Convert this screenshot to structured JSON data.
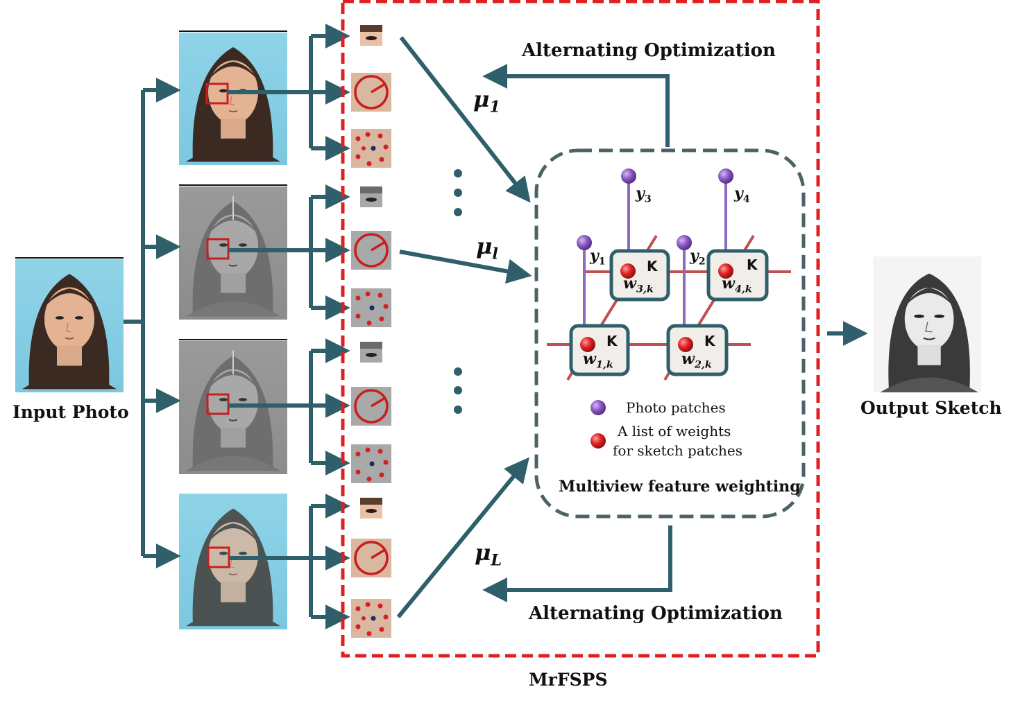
{
  "input_label": "Input Photo",
  "output_label": "Output Sketch",
  "box_title": "MrFSPS",
  "alt_opt_top": "Alternating Optimization",
  "alt_opt_bottom": "Alternating Optimization",
  "mu_labels": [
    {
      "base": "μ",
      "sub": "1"
    },
    {
      "base": "μ",
      "sub": "l"
    },
    {
      "base": "μ",
      "sub": "L"
    }
  ],
  "graph": {
    "y_nodes": [
      {
        "base": "y",
        "sub": "1"
      },
      {
        "base": "y",
        "sub": "2"
      },
      {
        "base": "y",
        "sub": "3"
      },
      {
        "base": "y",
        "sub": "4"
      }
    ],
    "weight_nodes": [
      {
        "k": "K",
        "base": "w",
        "sub": "1,k"
      },
      {
        "k": "K",
        "base": "w",
        "sub": "2,k"
      },
      {
        "k": "K",
        "base": "w",
        "sub": "3,k"
      },
      {
        "k": "K",
        "base": "w",
        "sub": "4,k"
      }
    ],
    "legend_photo": "Photo patches",
    "legend_weights_line1": "A list of weights",
    "legend_weights_line2": "for sketch patches",
    "caption": "Multiview feature weighting"
  },
  "colors": {
    "arrow": "#2f5f6b",
    "red_dash": "#e02020",
    "graph_border": "#4d6266",
    "edge": "#c05050",
    "purple_node": "#7a4fb0",
    "red_node": "#d42020"
  }
}
